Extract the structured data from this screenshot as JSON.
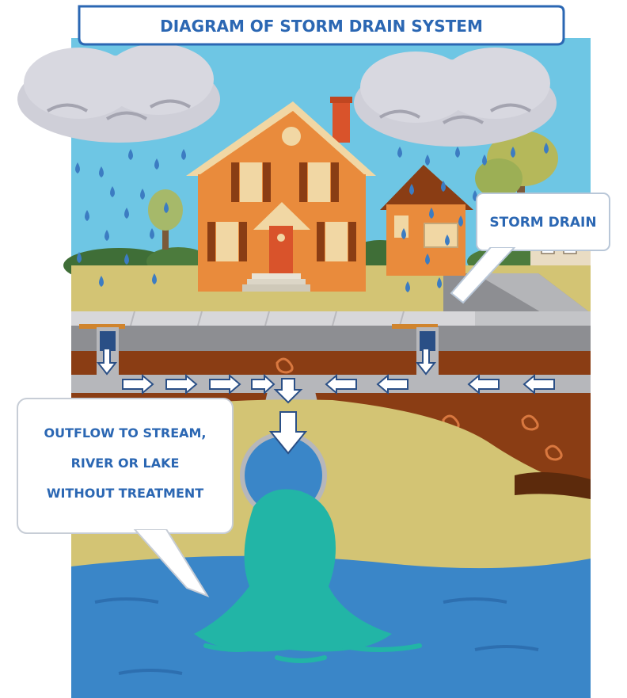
{
  "title": "DIAGRAM OF STORM DRAIN SYSTEM",
  "callouts": {
    "storm_drain": "STORM DRAIN",
    "outflow_lines": [
      "OUTFLOW TO STREAM,",
      "RIVER OR LAKE",
      "WITHOUT TREATMENT"
    ]
  },
  "colors": {
    "sky": "#6ec6e4",
    "cloud": "#cfcfd8",
    "rain": "#3c7cc2",
    "house": "#e98b3c",
    "roof_trim": "#f1d7a4",
    "grass": "#d3c474",
    "soil": "#8a3d14",
    "pipe": "#b6b7bb",
    "water": "#3a86c8",
    "outflow": "#22b5a6",
    "label_text": "#2b67b3"
  },
  "icons": [
    "cloud-icon",
    "raindrop-icon",
    "house-icon",
    "tree-icon",
    "arrow-icon",
    "pipe-icon"
  ]
}
